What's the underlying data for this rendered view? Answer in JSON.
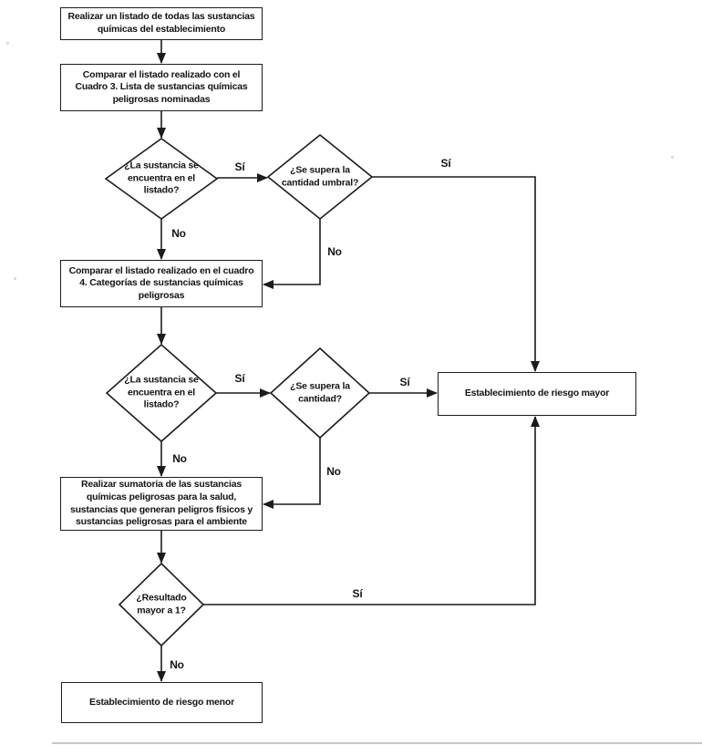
{
  "diagram": {
    "type": "flowchart",
    "language": "es",
    "colors": {
      "line": "#1c1c1c",
      "background": "#ffffff",
      "text": "#141414"
    },
    "nodes": {
      "start": {
        "shape": "rect",
        "text": "Realizar un listado de todas las sustancias\nquímicas del establecimiento"
      },
      "compare_cuadro3": {
        "shape": "rect",
        "text": "Comparar el listado realizado con el\nCuadro 3. Lista de sustancias químicas\npeligrosas nominadas"
      },
      "decision_listado_1": {
        "shape": "diamond",
        "text": "¿La sustancia se\nencuentra en el\nlistado?"
      },
      "decision_umbral": {
        "shape": "diamond",
        "text": "¿Se supera la\ncantidad umbral?"
      },
      "compare_cuadro4": {
        "shape": "rect",
        "text": "Comparar el listado realizado en el cuadro\n4. Categorías de sustancias químicas\npeligrosas"
      },
      "decision_listado_2": {
        "shape": "diamond",
        "text": "¿La sustancia se\nencuentra en el\nlistado?"
      },
      "decision_cantidad": {
        "shape": "diamond",
        "text": "¿Se supera la\ncantidad?"
      },
      "riesgo_mayor": {
        "shape": "rect",
        "text": "Establecimiento de riesgo mayor"
      },
      "sumatoria": {
        "shape": "rect",
        "text": "Realizar sumatoria de las sustancias\nquímicas peligrosas para la salud,\nsustancias que generan peligros físicos y\nsustancias peligrosas para el ambiente"
      },
      "decision_resultado": {
        "shape": "diamond",
        "text": "¿Resultado\nmayor a 1?"
      },
      "riesgo_menor": {
        "shape": "rect",
        "text": "Establecimiento de riesgo menor"
      }
    },
    "edge_labels": {
      "d1_si": "Sí",
      "d1_no": "No",
      "d2_si": "Sí",
      "d2_no": "No",
      "d3_si": "Sí",
      "d3_no": "No",
      "d4_si": "Sí",
      "d4_no": "No",
      "d5_si": "Sí",
      "d5_no": "No"
    }
  }
}
